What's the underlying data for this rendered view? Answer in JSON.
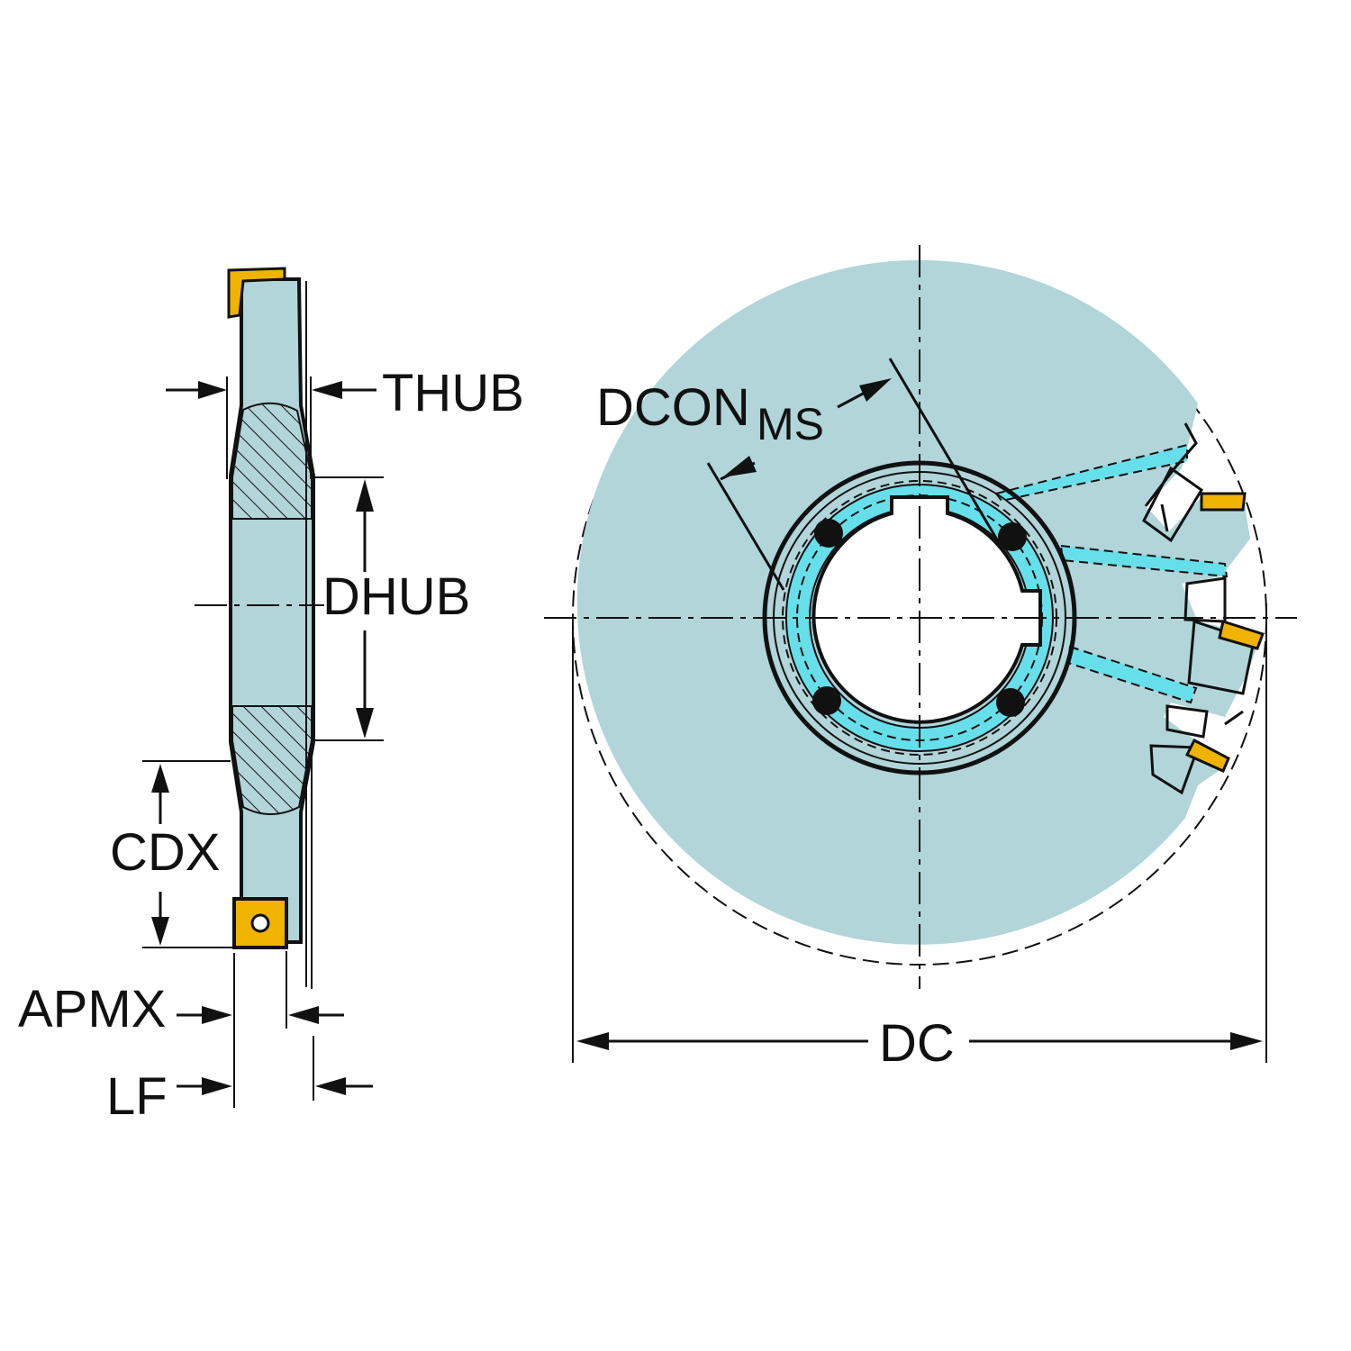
{
  "colors": {
    "body_fill": "#b1d5d9",
    "coolant_fill": "#66dfea",
    "insert_fill": "#f0b400",
    "line": "#111111",
    "background": "#ffffff"
  },
  "labels": {
    "thub": "THUB",
    "dhub": "DHUB",
    "cdx": "CDX",
    "apmx": "APMX",
    "lf": "LF",
    "dcon": "DCON",
    "dcon_sub": "MS",
    "dc": "DC"
  }
}
